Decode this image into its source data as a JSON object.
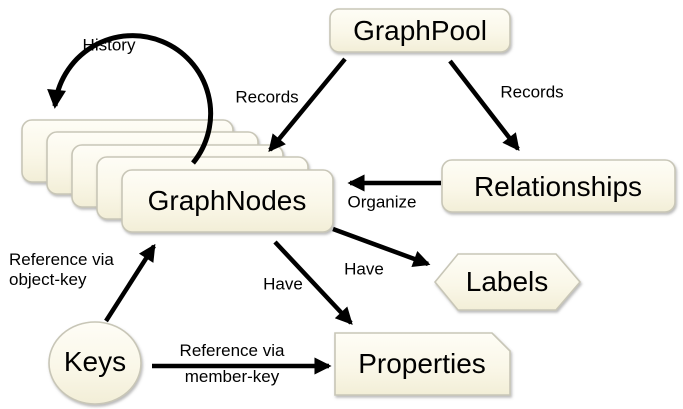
{
  "diagram": {
    "nodes": {
      "graphpool": {
        "label": "GraphPool",
        "shape": "rounded-rectangle"
      },
      "graphnodes": {
        "label": "GraphNodes",
        "shape": "stacked-rounded-rectangles",
        "stack_count": 5
      },
      "relationships": {
        "label": "Relationships",
        "shape": "rounded-rectangle"
      },
      "labels": {
        "label": "Labels",
        "shape": "hexagon"
      },
      "properties": {
        "label": "Properties",
        "shape": "snip-corner-rectangle"
      },
      "keys": {
        "label": "Keys",
        "shape": "ellipse"
      }
    },
    "edges": {
      "history": {
        "label": "History",
        "from": "graphnodes",
        "to": "graphnodes"
      },
      "records_to_graphnodes": {
        "label": "Records",
        "from": "graphpool",
        "to": "graphnodes"
      },
      "records_to_relationships": {
        "label": "Records",
        "from": "graphpool",
        "to": "relationships"
      },
      "organize": {
        "label": "Organize",
        "from": "relationships",
        "to": "graphnodes"
      },
      "have_labels": {
        "label": "Have",
        "from": "graphnodes",
        "to": "labels"
      },
      "have_properties": {
        "label": "Have",
        "from": "graphnodes",
        "to": "properties"
      },
      "reference_object": {
        "line1": "Reference via",
        "line2": "object-key",
        "from": "keys",
        "to": "graphnodes"
      },
      "reference_member": {
        "line1": "Reference via",
        "line2": "member-key",
        "from": "keys",
        "to": "properties"
      }
    },
    "colors": {
      "node_fill_top": "#fefdf6",
      "node_fill_bottom": "#f2eed7",
      "node_border": "#c8c6b7",
      "arrow": "#000000",
      "text": "#000000",
      "background": "#ffffff"
    }
  }
}
